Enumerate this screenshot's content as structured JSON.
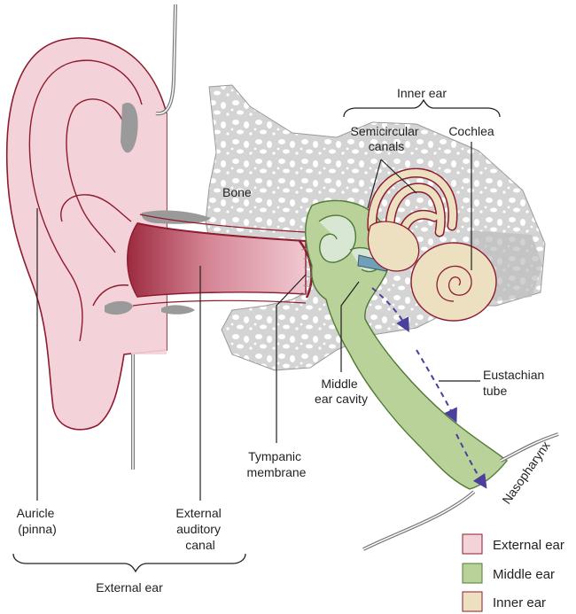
{
  "colors": {
    "external_ear": "#f2d3d8",
    "external_ear_stroke": "#8e1b2e",
    "middle_ear": "#b9d29a",
    "middle_ear_stroke": "#4f7a35",
    "inner_ear": "#ece0c0",
    "inner_ear_stroke": "#8e1b2e",
    "bone": "#d8d8d8",
    "bone_holes": "#ffffff",
    "arrow": "#4b3f9e"
  },
  "labels": {
    "inner_ear_group": "Inner ear",
    "semicircular_canals": [
      "Semicircular",
      "canals"
    ],
    "cochlea": "Cochlea",
    "bone": "Bone",
    "middle_ear_cavity": [
      "Middle",
      "ear cavity"
    ],
    "eustachian_tube": [
      "Eustachian",
      "tube"
    ],
    "tympanic_membrane": [
      "Tympanic",
      "membrane"
    ],
    "nasopharynx": "Nasopharynx",
    "auricle": [
      "Auricle",
      "(pinna)"
    ],
    "external_auditory_canal": [
      "External",
      "auditory",
      "canal"
    ],
    "external_ear_group": "External ear"
  },
  "legend": [
    {
      "label": "External ear",
      "key": "external_ear"
    },
    {
      "label": "Middle ear",
      "key": "middle_ear"
    },
    {
      "label": "Inner ear",
      "key": "inner_ear"
    }
  ]
}
